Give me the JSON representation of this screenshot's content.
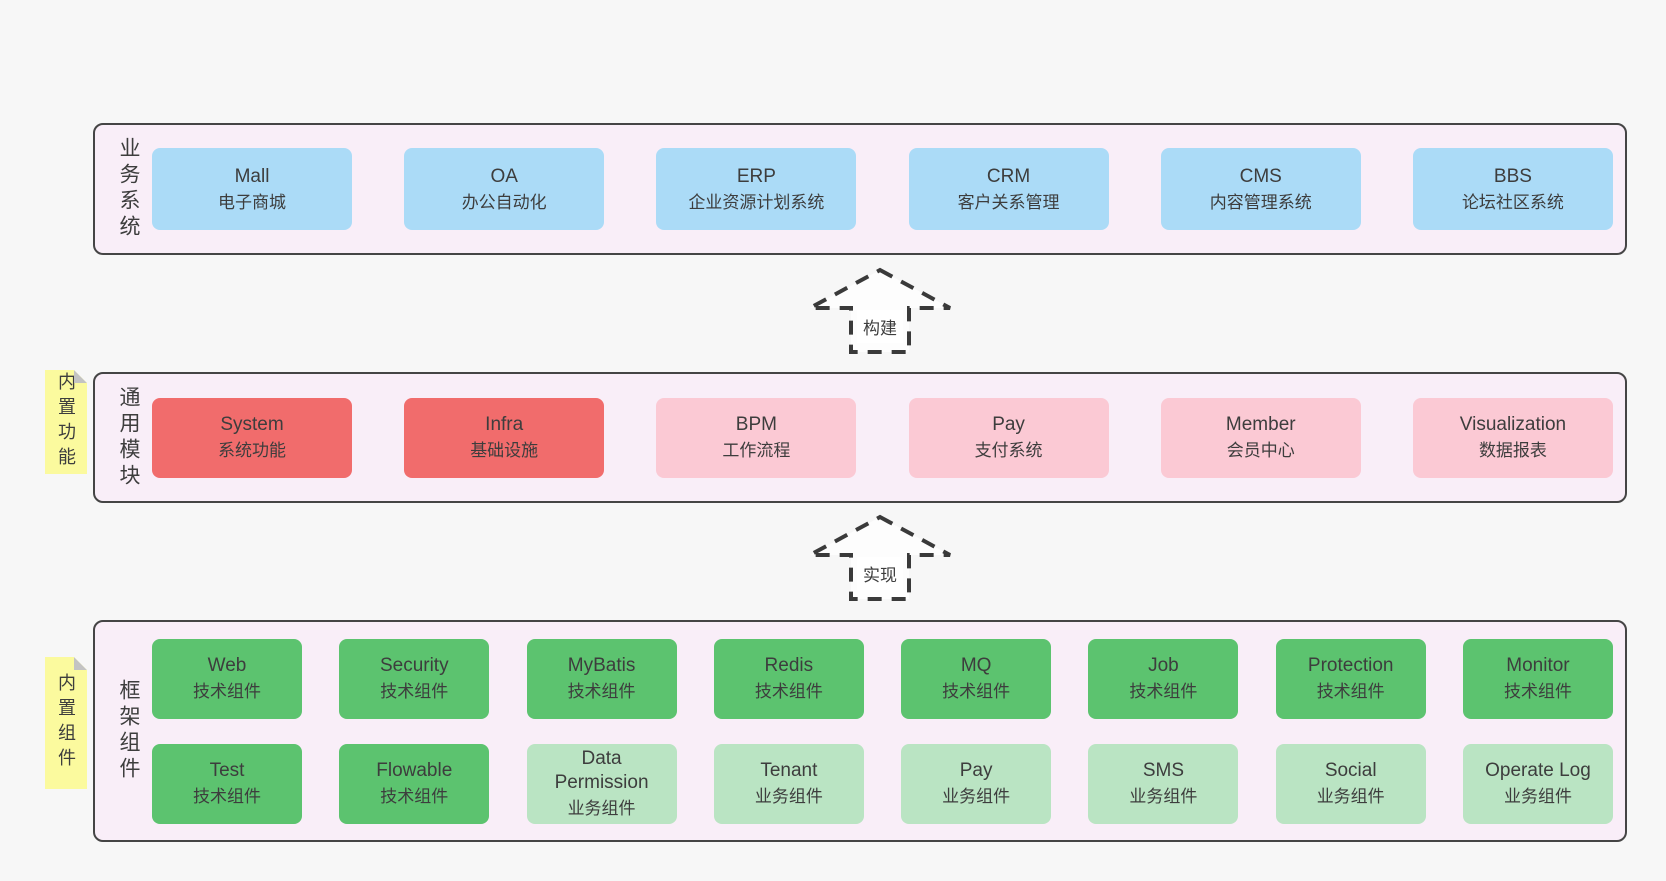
{
  "page": {
    "background": "#f7f7f7"
  },
  "colors": {
    "page-bg": "#f7f7f7",
    "container-bg": "#f9eef8",
    "container-border": "#454545",
    "blue": "#abdbf7",
    "red": "#f16c6c",
    "pink": "#fbc9d4",
    "green": "#5cc36f",
    "light-green": "#bae4c3",
    "sticky-yellow": "#fbfa9e",
    "sticky-fold": "#c3c3c3",
    "text": "#3d3d3d",
    "arrow-stroke": "#3a3a3a",
    "arrow-fill": "#fdfdfd"
  },
  "arrows": [
    {
      "id": "build",
      "label": "构建"
    },
    {
      "id": "implement",
      "label": "实现"
    }
  ],
  "sections": [
    {
      "id": "business",
      "label": "业务系统",
      "sticky": null,
      "rows": [
        [
          {
            "en": "Mall",
            "zh": "电子商城",
            "variant": "blue"
          },
          {
            "en": "OA",
            "zh": "办公自动化",
            "variant": "blue"
          },
          {
            "en": "ERP",
            "zh": "企业资源计划系统",
            "variant": "blue"
          },
          {
            "en": "CRM",
            "zh": "客户关系管理",
            "variant": "blue"
          },
          {
            "en": "CMS",
            "zh": "内容管理系统",
            "variant": "blue"
          },
          {
            "en": "BBS",
            "zh": "论坛社区系统",
            "variant": "blue"
          }
        ]
      ]
    },
    {
      "id": "modules",
      "label": "通用模块",
      "sticky": "内置功能",
      "rows": [
        [
          {
            "en": "System",
            "zh": "系统功能",
            "variant": "red"
          },
          {
            "en": "Infra",
            "zh": "基础设施",
            "variant": "red"
          },
          {
            "en": "BPM",
            "zh": "工作流程",
            "variant": "pink"
          },
          {
            "en": "Pay",
            "zh": "支付系统",
            "variant": "pink"
          },
          {
            "en": "Member",
            "zh": "会员中心",
            "variant": "pink"
          },
          {
            "en": "Visualization",
            "zh": "数据报表",
            "variant": "pink"
          }
        ]
      ]
    },
    {
      "id": "components",
      "label": "框架组件",
      "sticky": "内置组件",
      "rows": [
        [
          {
            "en": "Web",
            "zh": "技术组件",
            "variant": "green"
          },
          {
            "en": "Security",
            "zh": "技术组件",
            "variant": "green"
          },
          {
            "en": "MyBatis",
            "zh": "技术组件",
            "variant": "green"
          },
          {
            "en": "Redis",
            "zh": "技术组件",
            "variant": "green"
          },
          {
            "en": "MQ",
            "zh": "技术组件",
            "variant": "green"
          },
          {
            "en": "Job",
            "zh": "技术组件",
            "variant": "green"
          },
          {
            "en": "Protection",
            "zh": "技术组件",
            "variant": "green"
          },
          {
            "en": "Monitor",
            "zh": "技术组件",
            "variant": "green"
          }
        ],
        [
          {
            "en": "Test",
            "zh": "技术组件",
            "variant": "green"
          },
          {
            "en": "Flowable",
            "zh": "技术组件",
            "variant": "green"
          },
          {
            "en": "Data Permission",
            "zh": "业务组件",
            "variant": "lightgreen"
          },
          {
            "en": "Tenant",
            "zh": "业务组件",
            "variant": "lightgreen"
          },
          {
            "en": "Pay",
            "zh": "业务组件",
            "variant": "lightgreen"
          },
          {
            "en": "SMS",
            "zh": "业务组件",
            "variant": "lightgreen"
          },
          {
            "en": "Social",
            "zh": "业务组件",
            "variant": "lightgreen"
          },
          {
            "en": "Operate Log",
            "zh": "业务组件",
            "variant": "lightgreen"
          }
        ]
      ]
    }
  ]
}
